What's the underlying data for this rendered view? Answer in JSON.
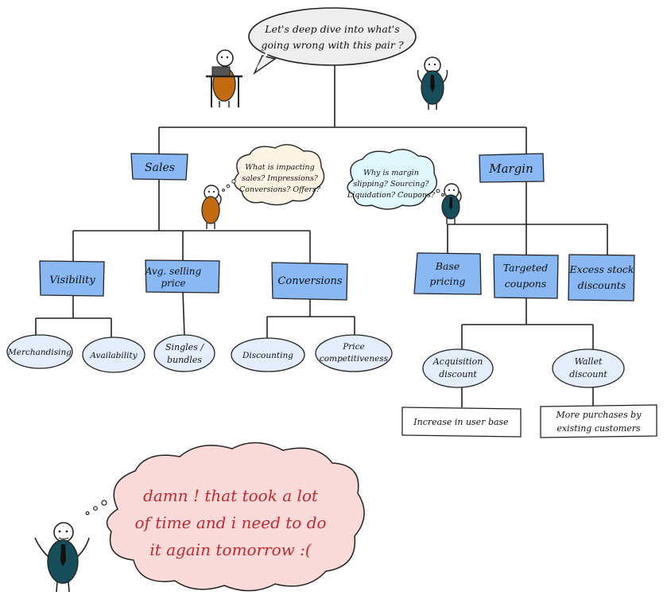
{
  "speech_top": {
    "line1": "Let's deep dive into what's",
    "line2": "going wrong with this pair ?"
  },
  "thought_sales": {
    "line1": "What is impacting",
    "line2": "sales? Impressions?",
    "line3": "Conversions? Offers?"
  },
  "thought_margin": {
    "line1": "Why is margin",
    "line2": "slipping? Sourcing?",
    "line3": "Liquidation? Coupons?"
  },
  "nodes": {
    "sales": "Sales",
    "margin": "Margin",
    "visibility": "Visibility",
    "asp_line1": "Avg. selling",
    "asp_line2": "price",
    "conversions": "Conversions",
    "base_pricing_line1": "Base",
    "base_pricing_line2": "pricing",
    "targeted_coupons_line1": "Targeted",
    "targeted_coupons_line2": "coupons",
    "excess_stock_line1": "Excess stock",
    "excess_stock_line2": "discounts",
    "merchandising": "Merchandising",
    "availability": "Availability",
    "singles_line1": "Singles /",
    "singles_line2": "bundles",
    "discounting": "Discounting",
    "price_comp_line1": "Price",
    "price_comp_line2": "competitiveness",
    "acq_line1": "Acquisition",
    "acq_line2": "discount",
    "wallet_line1": "Wallet",
    "wallet_line2": "discount",
    "increase_user_base": "Increase in user base",
    "more_purchases_line1": "More purchases by",
    "more_purchases_line2": "existing customers"
  },
  "thought_bottom": {
    "line1": "damn ! that took a lot",
    "line2": "of time and i need to do",
    "line3": "it again tomorrow :("
  },
  "colors": {
    "blue_box": "#8ab8f3",
    "ellipse_fill": "#e4edfb",
    "cream_cloud": "#fdf4e6",
    "cyan_cloud": "#dff6fb",
    "pink_cloud": "#fbdada",
    "teal_figure": "#174e5c",
    "orange_figure": "#c36b12",
    "bottom_text": "#c0282d"
  }
}
